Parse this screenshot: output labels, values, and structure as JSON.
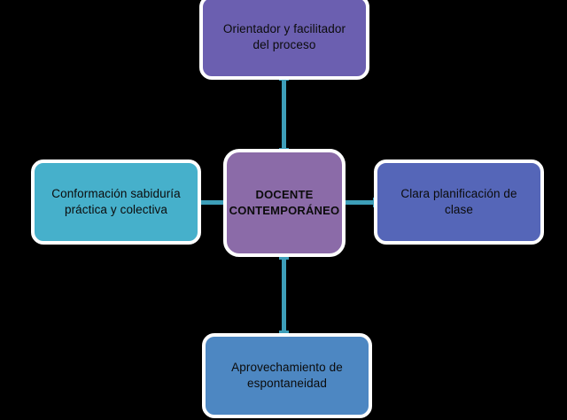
{
  "diagram": {
    "title": "DOCENTE CONTEMPORÁNEO",
    "background_color": "#000000",
    "connector_color": "#3D9EB9",
    "outline_color": "#FFFFFF",
    "center": {
      "label": "DOCENTE\nCONTEMPORÁNEO",
      "color": "#8B6BA8",
      "position": "center"
    },
    "nodes": [
      {
        "id": "top",
        "label": "Orientador y facilitador del proceso",
        "color": "#6B5FB0",
        "position": "top"
      },
      {
        "id": "left",
        "label": "Conformación sabiduría práctica y colectiva",
        "color": "#46B0CB",
        "position": "left"
      },
      {
        "id": "right",
        "label": "Clara planificación de clase",
        "color": "#5566B8",
        "position": "right"
      },
      {
        "id": "bottom",
        "label": "Aprovechamiento de espontaneidad",
        "color": "#4D87C2",
        "position": "bottom"
      }
    ],
    "connectors": [
      {
        "from": "center",
        "to": "top",
        "orientation": "vertical"
      },
      {
        "from": "center",
        "to": "left",
        "orientation": "horizontal"
      },
      {
        "from": "center",
        "to": "right",
        "orientation": "horizontal"
      },
      {
        "from": "center",
        "to": "bottom",
        "orientation": "vertical"
      }
    ]
  }
}
